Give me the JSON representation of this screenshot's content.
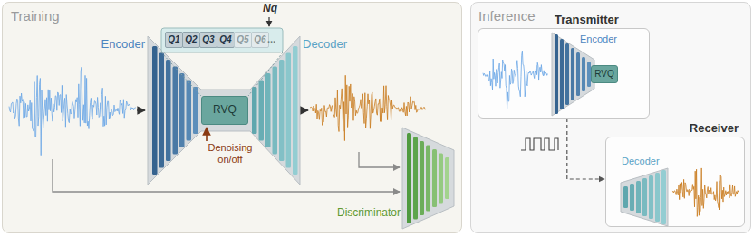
{
  "diagram": {
    "nodes": [
      {
        "text": [
          "Training"
        ]
      },
      {
        "text": [
          "Encoder"
        ],
        "in": 0
      },
      {
        "text": [
          "RVQ"
        ],
        "in": 0
      },
      {
        "text": [
          "Decoder"
        ],
        "in": 0
      },
      {
        "text": [
          "Q1"
        ],
        "in": 0
      },
      {
        "text": [
          "Q2"
        ],
        "in": 0
      },
      {
        "text": [
          "Q3"
        ],
        "in": 0
      },
      {
        "text": [
          "Q4"
        ],
        "in": 0
      },
      {
        "text": [
          "Q5"
        ],
        "in": 0
      },
      {
        "text": [
          "Q6"
        ],
        "in": 0
      },
      {
        "text": [
          "Discriminator"
        ],
        "in": 0
      },
      {
        "text": [
          "Inference"
        ]
      },
      {
        "text": [
          "Transmitter"
        ],
        "in": 11
      },
      {
        "text": [
          "Encoder"
        ],
        "in": 12
      },
      {
        "text": [
          "RVQ"
        ],
        "in": 12
      },
      {
        "text": [
          "Receiver"
        ],
        "in": 11
      },
      {
        "text": [
          "Decoder"
        ],
        "in": 15
      }
    ],
    "edges": [
      {
        "from": 12,
        "to": 15,
        "arrow": "to"
      }
    ],
    "labels": [
      "Nq",
      "...",
      "Denoising on/off"
    ]
  }
}
